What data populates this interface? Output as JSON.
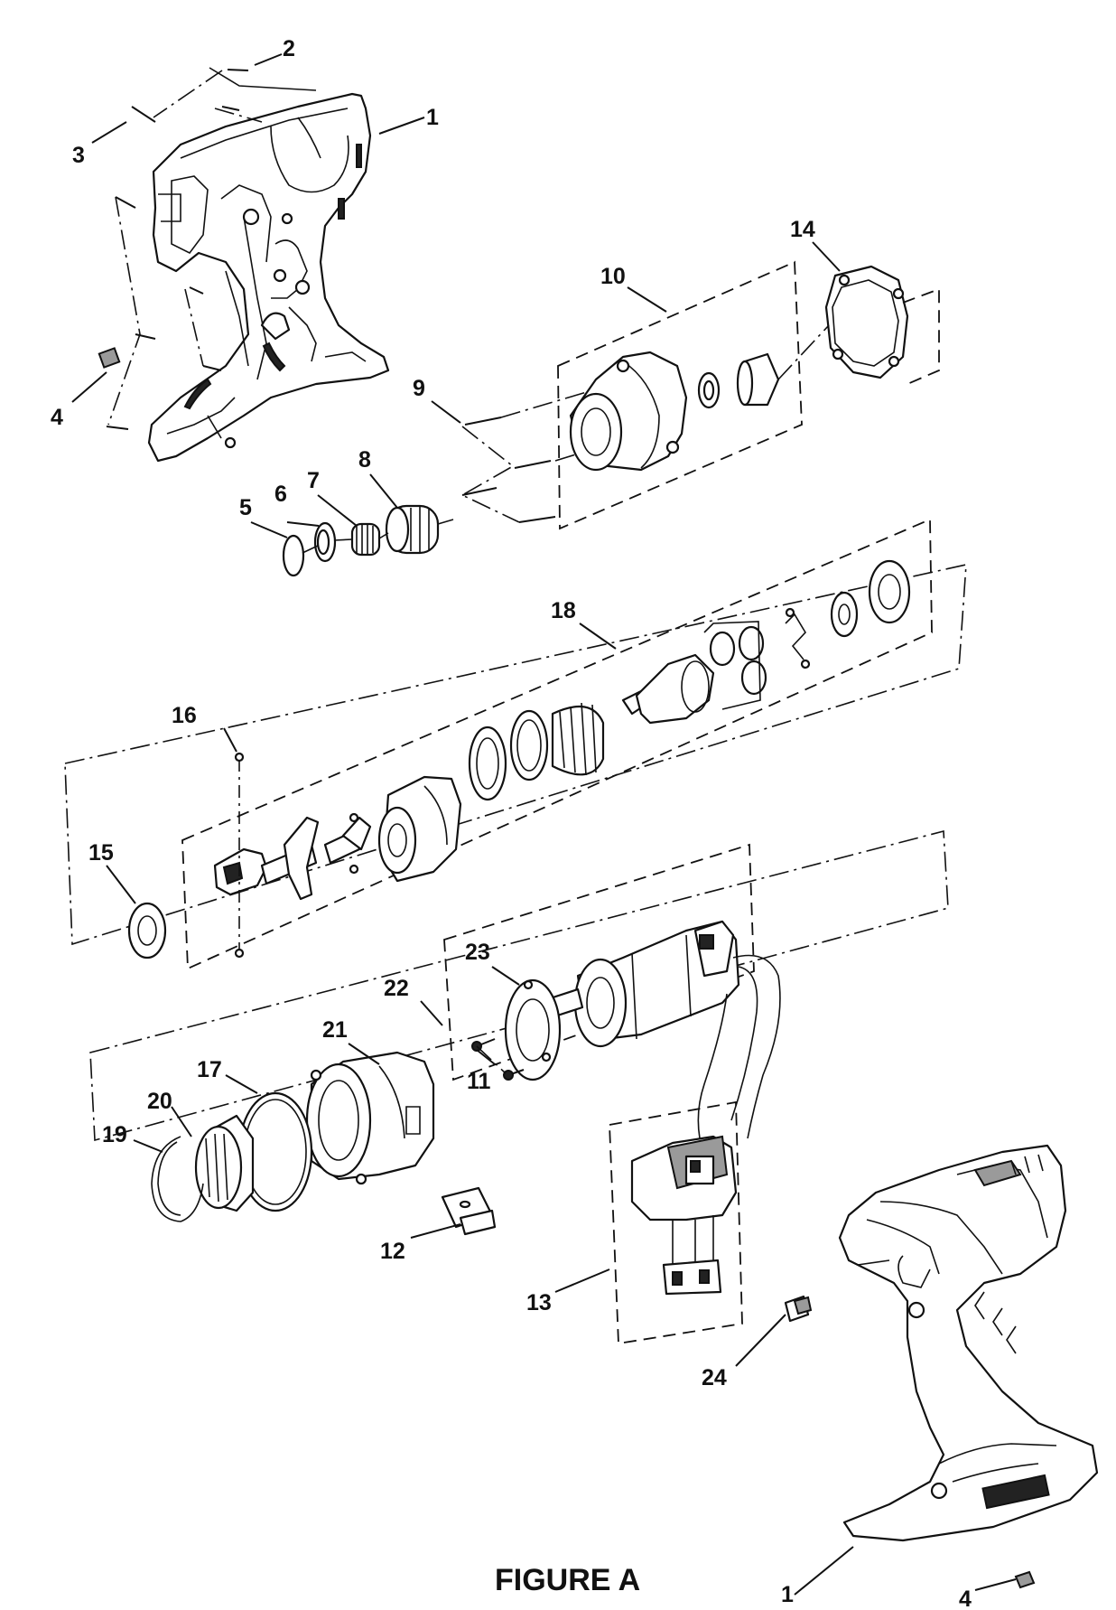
{
  "figure": {
    "caption": "FIGURE A"
  },
  "callouts": {
    "c1_top": "1",
    "c2": "2",
    "c3": "3",
    "c4_top": "4",
    "c5": "5",
    "c6": "6",
    "c7": "7",
    "c8": "8",
    "c9": "9",
    "c10": "10",
    "c11": "11",
    "c12": "12",
    "c13": "13",
    "c14": "14",
    "c15": "15",
    "c16": "16",
    "c17": "17",
    "c18": "18",
    "c19": "19",
    "c20": "20",
    "c21": "21",
    "c22": "22",
    "c23": "23",
    "c24": "24",
    "c1_bottom": "1",
    "c4_bottom": "4"
  }
}
